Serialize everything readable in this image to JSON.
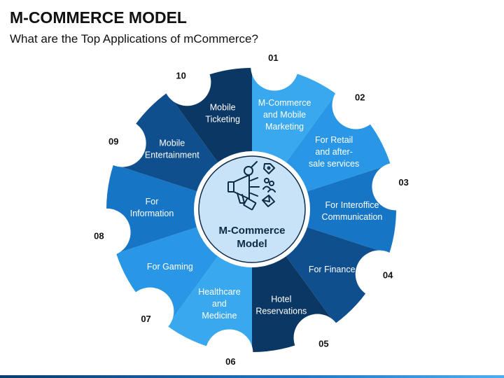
{
  "header": {
    "title": "M-COMMERCE MODEL",
    "subtitle": "What are the Top Applications of mCommerce?"
  },
  "center": {
    "lines": [
      "M-Commerce",
      "Model"
    ],
    "icon": "megaphone-marketing-icon"
  },
  "segments": [
    {
      "number": "01",
      "lines": [
        "M-Commerce",
        "and Mobile",
        "Marketing"
      ],
      "color": "#3aa8ef"
    },
    {
      "number": "02",
      "lines": [
        "For Retail",
        "and after-",
        "sale services"
      ],
      "color": "#2a97e6"
    },
    {
      "number": "03",
      "lines": [
        "For Interoffice",
        "Communication"
      ],
      "color": "#1675c4"
    },
    {
      "number": "04",
      "lines": [
        "For Finance"
      ],
      "color": "#0f4f8d"
    },
    {
      "number": "05",
      "lines": [
        "Hotel",
        "Reservations"
      ],
      "color": "#0b3764"
    },
    {
      "number": "06",
      "lines": [
        "Healthcare",
        "and",
        "Medicine"
      ],
      "color": "#3aa8ef"
    },
    {
      "number": "07",
      "lines": [
        "For Gaming"
      ],
      "color": "#2a97e6"
    },
    {
      "number": "08",
      "lines": [
        "For",
        "Information"
      ],
      "color": "#1675c4"
    },
    {
      "number": "09",
      "lines": [
        "Mobile",
        "Entertainment"
      ],
      "color": "#0f4f8d"
    },
    {
      "number": "10",
      "lines": [
        "Mobile",
        "Ticketing"
      ],
      "color": "#0b3764"
    }
  ],
  "colors": {
    "center_fill": "#c8e3f7",
    "center_ring": "#ffffff"
  }
}
